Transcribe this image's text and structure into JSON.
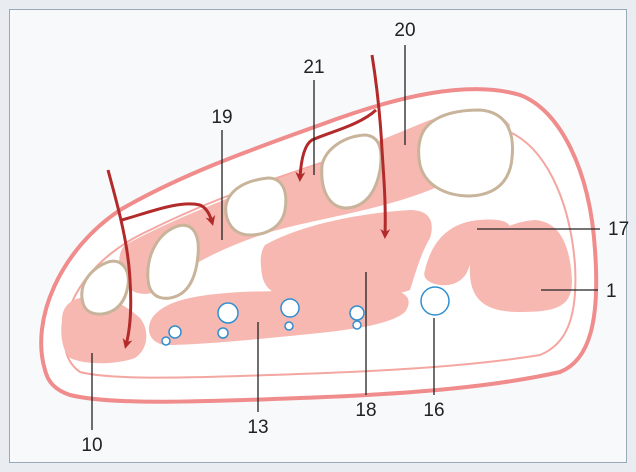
{
  "labels": {
    "l1": "1",
    "l10": "10",
    "l13": "13",
    "l16": "16",
    "l17": "17",
    "l18": "18",
    "l19": "19",
    "l20": "20",
    "l21": "21"
  },
  "colors": {
    "skin_outline": "#f08c8c",
    "fat": "#ffffff",
    "muscle": "#f7b8b2",
    "tendon_fill": "#ffffff",
    "tendon_outline": "#c8b49a",
    "arrow": "#b32a2a",
    "vessel": "#2f8fd1",
    "leader_line": "#222222"
  }
}
